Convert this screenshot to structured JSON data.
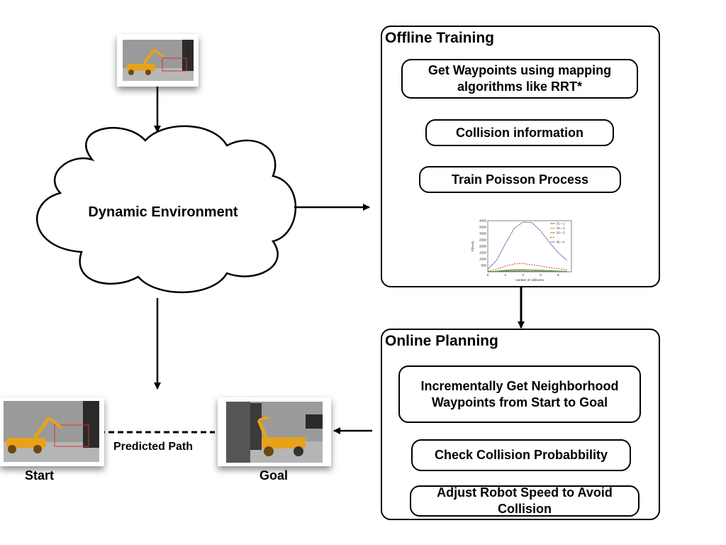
{
  "environment": {
    "label": "Dynamic Environment"
  },
  "offline": {
    "title": "Offline Training",
    "steps": [
      "Get Waypoints using mapping algorithms like RRT*",
      "Collision information",
      "Train Poisson Process"
    ]
  },
  "online": {
    "title": "Online Planning",
    "steps": [
      "Incrementally Get Neighborhood Waypoints from Start to Goal",
      "Check Collision Probabbility",
      "Adjust Robot Speed to Avoid Collision"
    ]
  },
  "path": {
    "label": "Predicted Path",
    "start": "Start",
    "goal": "Goal"
  },
  "chart_data": {
    "type": "line",
    "title": "",
    "xlabel": "number of collisions",
    "ylabel": "P(N=n)",
    "x": [
      0,
      1,
      2,
      3,
      4,
      5,
      6,
      7,
      8,
      9
    ],
    "xlim": [
      0,
      9.5
    ],
    "ylim": [
      0,
      4000
    ],
    "xticks": [
      0,
      2,
      4,
      6,
      8
    ],
    "yticks": [
      500,
      1000,
      1500,
      2000,
      2500,
      3000,
      3500,
      4000
    ],
    "legend_position": "top-right",
    "series": [
      {
        "name": "λ1 = 1",
        "color": "#1f77b4",
        "dash": false,
        "values": [
          5,
          20,
          35,
          40,
          38,
          30,
          22,
          15,
          10,
          6
        ]
      },
      {
        "name": "λ2 = 2",
        "color": "#ff7f0e",
        "dash": false,
        "values": [
          8,
          40,
          80,
          110,
          115,
          100,
          80,
          60,
          40,
          25
        ]
      },
      {
        "name": "λ3 = 3",
        "color": "#2ca02c",
        "dash": false,
        "values": [
          10,
          50,
          120,
          160,
          170,
          150,
          120,
          90,
          60,
          40
        ]
      },
      {
        "name": "",
        "color": "#d62728",
        "dash": true,
        "values": [
          40,
          200,
          450,
          620,
          640,
          560,
          450,
          340,
          240,
          160
        ]
      },
      {
        "name": "λk = n",
        "color": "#9467bd",
        "dash": false,
        "values": [
          200,
          900,
          2200,
          3400,
          3900,
          3850,
          3200,
          2300,
          1500,
          900
        ]
      }
    ]
  }
}
